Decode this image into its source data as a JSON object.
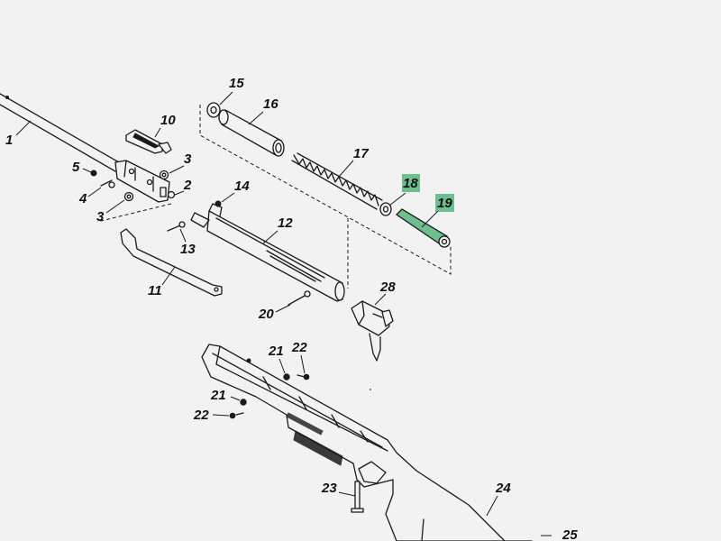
{
  "highlight_color": "#6dbf8f",
  "callouts": [
    {
      "label": "1"
    },
    {
      "label": "2"
    },
    {
      "label": "3"
    },
    {
      "label": "3"
    },
    {
      "label": "4"
    },
    {
      "label": "5"
    },
    {
      "label": "10"
    },
    {
      "label": "11"
    },
    {
      "label": "12"
    },
    {
      "label": "13"
    },
    {
      "label": "14"
    },
    {
      "label": "15"
    },
    {
      "label": "16"
    },
    {
      "label": "17"
    },
    {
      "label": "18",
      "highlighted": true
    },
    {
      "label": "19",
      "highlighted": true
    },
    {
      "label": "20"
    },
    {
      "label": "21"
    },
    {
      "label": "21"
    },
    {
      "label": "22"
    },
    {
      "label": "22"
    },
    {
      "label": "23"
    },
    {
      "label": "24"
    },
    {
      "label": "25"
    },
    {
      "label": "28"
    }
  ]
}
